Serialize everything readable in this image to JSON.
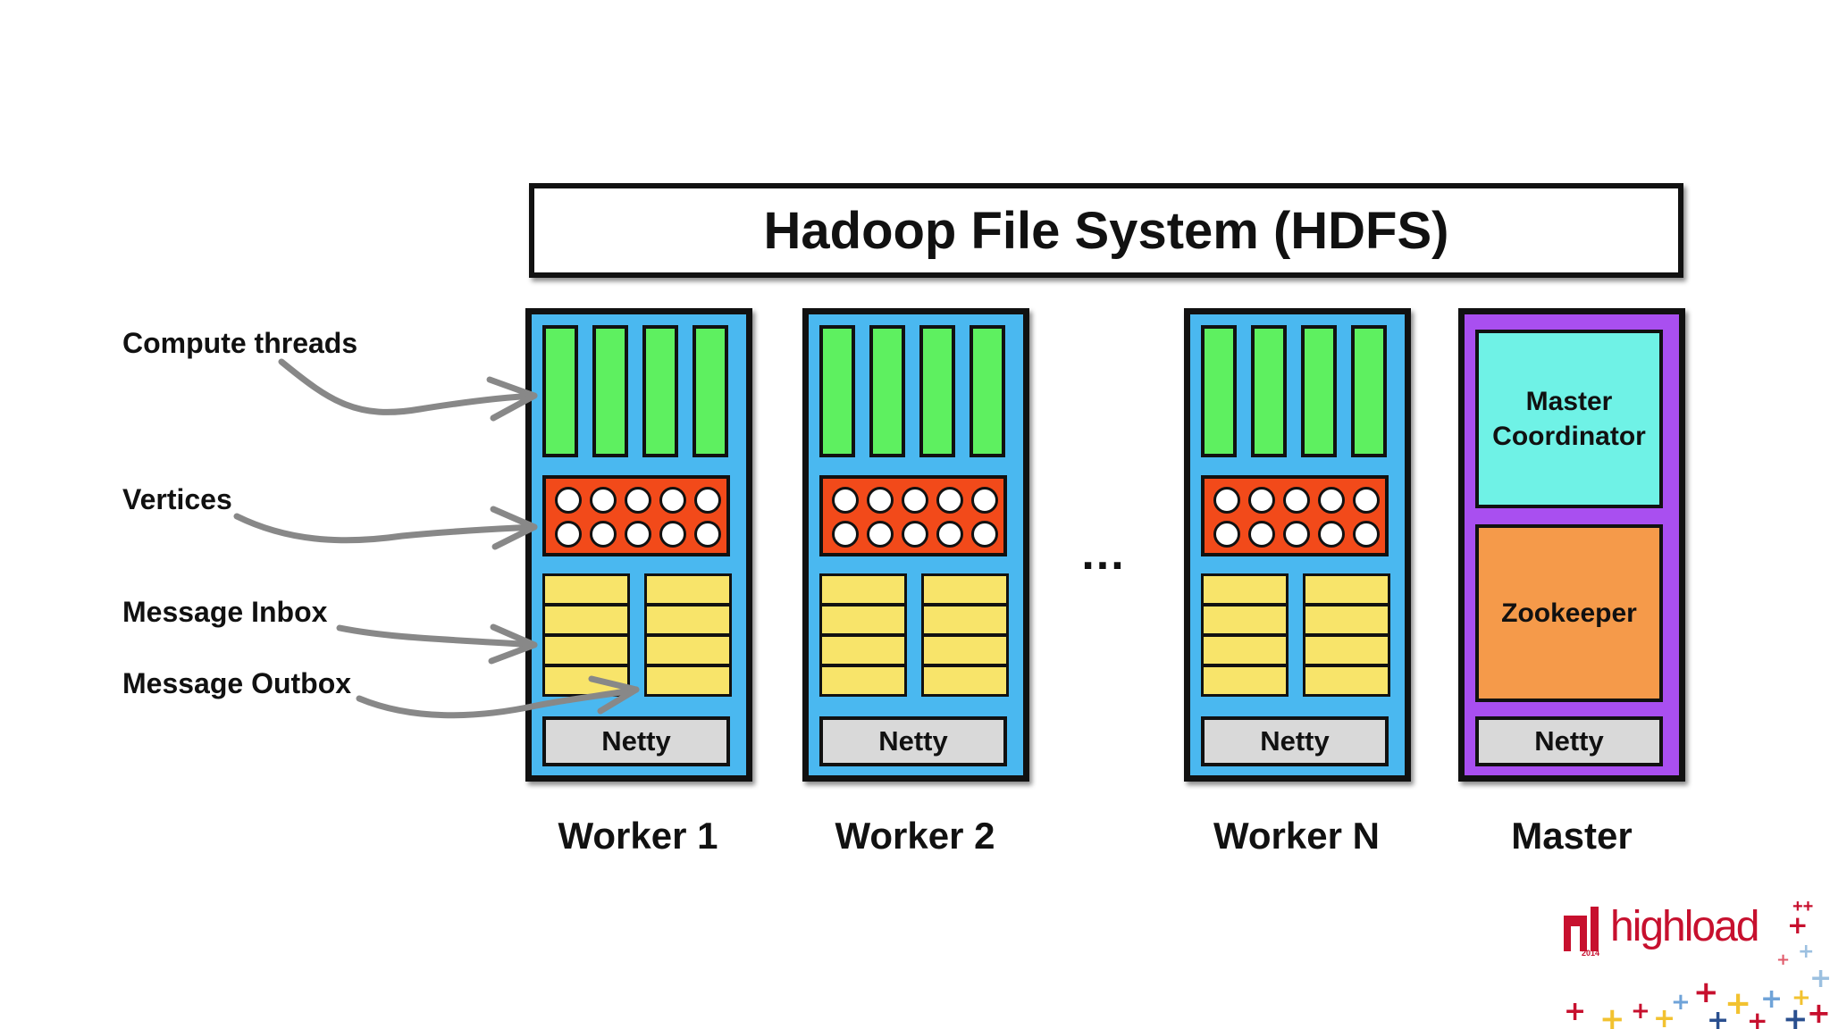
{
  "hdfs": {
    "title": "Hadoop File System (HDFS)"
  },
  "legend": {
    "compute_threads": "Compute threads",
    "vertices": "Vertices",
    "message_inbox": "Message Inbox",
    "message_outbox": "Message Outbox"
  },
  "workers": [
    {
      "label": "Worker 1",
      "netty": "Netty"
    },
    {
      "label": "Worker 2",
      "netty": "Netty"
    },
    {
      "label": "Worker N",
      "netty": "Netty"
    }
  ],
  "ellipsis": "...",
  "master": {
    "label": "Master",
    "coordinator": "Master Coordinator",
    "zookeeper": "Zookeeper",
    "netty": "Netty"
  },
  "logo": {
    "text": "highload",
    "sup": "++",
    "year": "2014"
  },
  "colors": {
    "worker_bg": "#4ab8f0",
    "master_bg": "#a94ff0",
    "thread": "#5ef060",
    "vertices_bg": "#f24a1a",
    "message_slot": "#f8e46a",
    "netty": "#d9d9d9",
    "coordinator": "#6ff2e6",
    "zookeeper": "#f59a4a",
    "arrow": "#888888",
    "logo": "#c7102e"
  }
}
